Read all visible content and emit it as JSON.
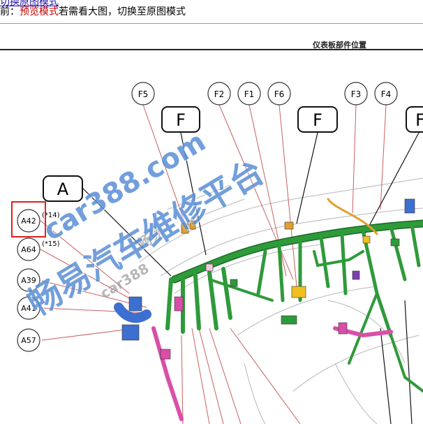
{
  "header": {
    "top_link": "切换原图模式",
    "notice_prefix": "前：",
    "notice_mode": "预览模式",
    "notice_rest": "若需看大图，切换至原图模式"
  },
  "diagram": {
    "title": "仪表板部件位置",
    "big_labels": [
      "F",
      "F",
      "A",
      "F"
    ],
    "connectors_top": [
      "F5",
      "F2",
      "F1",
      "F6",
      "F3",
      "F4"
    ],
    "connectors_left": [
      "A42",
      "A64",
      "A39",
      "A41",
      "A57"
    ],
    "notes": [
      "(*14)",
      "(*15)"
    ],
    "watermark_main": "畅易汽车维修平台",
    "watermark_url": "car388.com",
    "watermark_faint": [
      "畅易",
      "car388"
    ],
    "colors": {
      "harness": "#2f9a3a",
      "harness_dark": "#176a22",
      "connector_red": "#c86060",
      "pink": "#d94fa8",
      "blue": "#3c6fd0",
      "orange": "#e0a030",
      "yellow": "#f0c020"
    }
  }
}
